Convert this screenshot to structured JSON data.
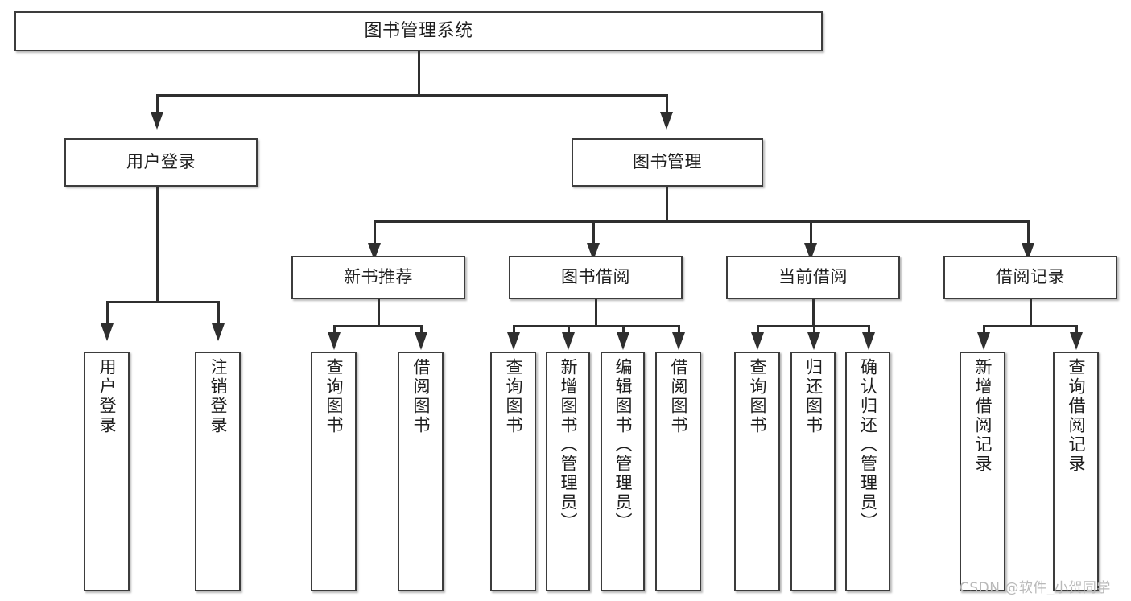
{
  "diagram": {
    "title": "图书管理系统",
    "type": "tree",
    "root": {
      "id": "root",
      "label": "图书管理系统"
    },
    "level2": [
      {
        "id": "user-login",
        "label": "用户登录"
      },
      {
        "id": "book-management",
        "label": "图书管理"
      }
    ],
    "level3": [
      {
        "id": "new-book-recommend",
        "label": "新书推荐",
        "parent": "book-management"
      },
      {
        "id": "book-borrow",
        "label": "图书借阅",
        "parent": "book-management"
      },
      {
        "id": "current-borrow",
        "label": "当前借阅",
        "parent": "book-management"
      },
      {
        "id": "borrow-record",
        "label": "借阅记录",
        "parent": "book-management"
      }
    ],
    "leaves": [
      {
        "id": "leaf-user-login",
        "label": "用户登录",
        "parent": "user-login"
      },
      {
        "id": "leaf-logout-login",
        "label": "注销登录",
        "parent": "user-login"
      },
      {
        "id": "leaf-query-book-1",
        "label": "查询图书",
        "parent": "new-book-recommend"
      },
      {
        "id": "leaf-borrow-book-1",
        "label": "借阅图书",
        "parent": "new-book-recommend"
      },
      {
        "id": "leaf-query-book-2",
        "label": "查询图书",
        "parent": "book-borrow"
      },
      {
        "id": "leaf-add-book",
        "label": "新增图书（管理员）",
        "parent": "book-borrow"
      },
      {
        "id": "leaf-edit-book",
        "label": "编辑图书（管理员）",
        "parent": "book-borrow"
      },
      {
        "id": "leaf-borrow-book-2",
        "label": "借阅图书",
        "parent": "book-borrow"
      },
      {
        "id": "leaf-query-book-3",
        "label": "查询图书",
        "parent": "current-borrow"
      },
      {
        "id": "leaf-return-book",
        "label": "归还图书",
        "parent": "current-borrow"
      },
      {
        "id": "leaf-confirm-return",
        "label": "确认归还（管理员）",
        "parent": "current-borrow"
      },
      {
        "id": "leaf-add-record",
        "label": "新增借阅记录",
        "parent": "borrow-record"
      },
      {
        "id": "leaf-query-record",
        "label": "查询借阅记录",
        "parent": "borrow-record"
      }
    ],
    "colors": {
      "box_border": "#3c3c3c",
      "connector": "#2f2f2f",
      "background": "#ffffff",
      "text": "#1e1e1e",
      "watermark": "#b9b9b9"
    }
  },
  "watermark": {
    "text": "CSDN @软件_小贺同学"
  }
}
